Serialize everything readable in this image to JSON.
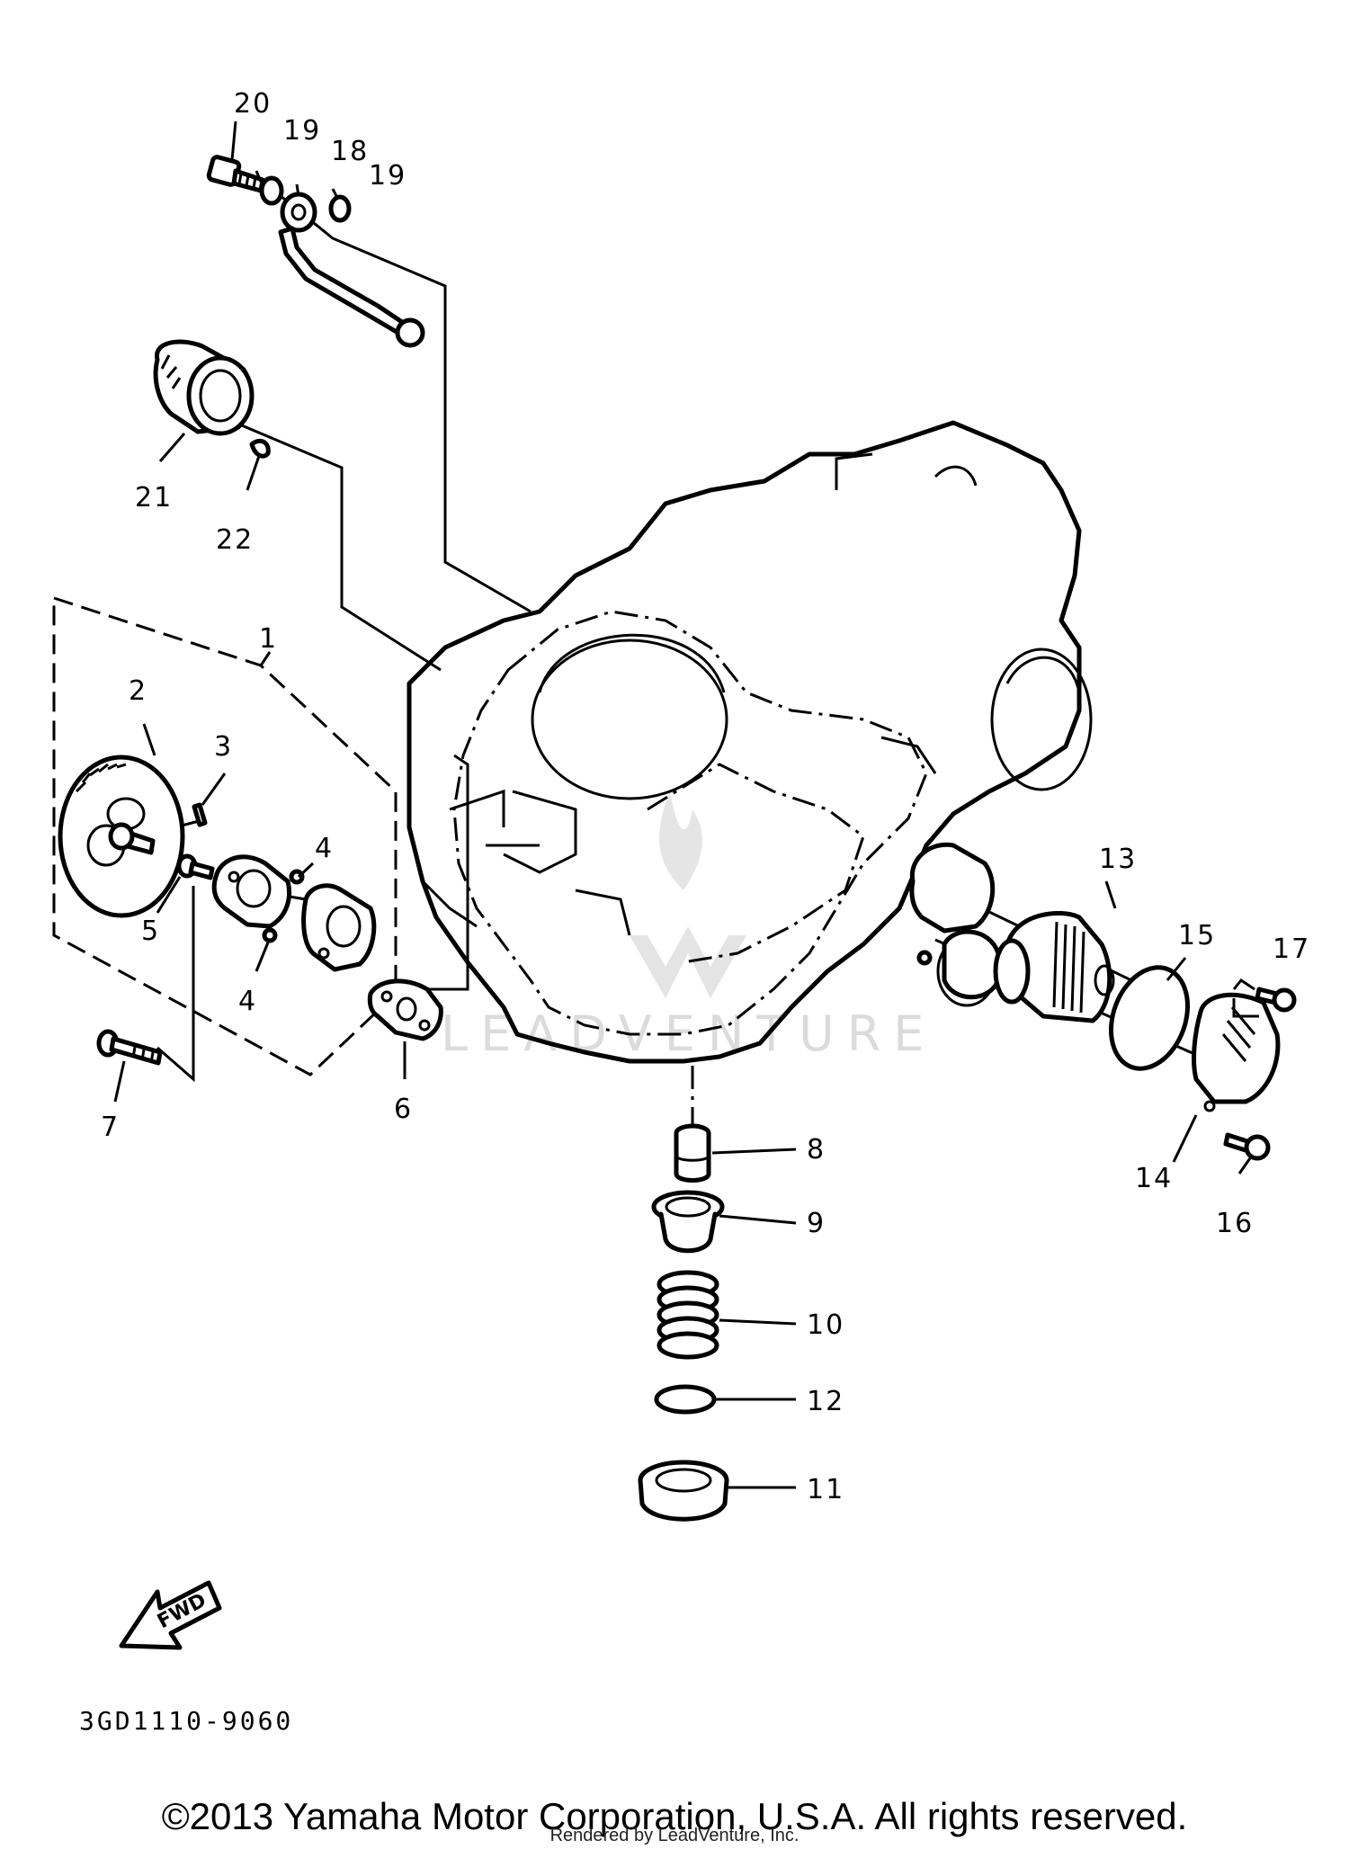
{
  "diagram": {
    "callouts": {
      "c1": "1",
      "c2": "2",
      "c3": "3",
      "c4a": "4",
      "c4b": "4",
      "c5": "5",
      "c6": "6",
      "c7": "7",
      "c8": "8",
      "c9": "9",
      "c10": "10",
      "c11": "11",
      "c12": "12",
      "c13": "13",
      "c14": "14",
      "c15": "15",
      "c16": "16",
      "c17": "17",
      "c18": "18",
      "c19a": "19",
      "c19b": "19",
      "c20": "20",
      "c21": "21",
      "c22": "22"
    },
    "fwd_label": "FWD",
    "diagram_code": "3GD1110-9060",
    "watermark": "LEADVENTURE"
  },
  "footer": {
    "copyright": "©2013 Yamaha Motor Corporation, U.S.A. All rights reserved.",
    "rendered_by": "Rendered by LeadVenture, Inc."
  },
  "colors": {
    "ink": "#000000",
    "paper": "#ffffff",
    "watermark": "#d8d8d8"
  }
}
